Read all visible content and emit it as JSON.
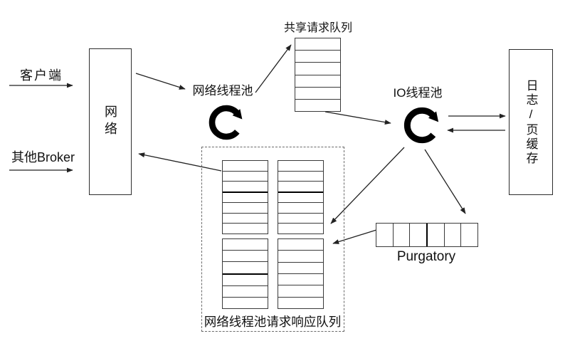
{
  "colors": {
    "background": "#ffffff",
    "line": "#222222",
    "bold_line": "#000000",
    "box_border": "#2d2d2d",
    "icon": "#000000"
  },
  "labels": {
    "client": "客户端",
    "other_broker": "其他Broker",
    "network": "网络",
    "network_thread_pool": "网络线程池",
    "shared_request_queue": "共享请求队列",
    "io_thread_pool": "IO线程池",
    "log_page_cache": "日志/页缓存",
    "purgatory": "Purgatory",
    "response_queues": "网络线程池请求响应队列"
  },
  "icons": {
    "network_pool": "loop-arrow-icon",
    "io_pool": "loop-arrow-icon"
  },
  "queues": {
    "shared": {
      "count": 6,
      "bold_row": 0
    },
    "resp_top_left": {
      "count": 7,
      "bold_row": 4
    },
    "resp_top_right": {
      "count": 7,
      "bold_row": 4
    },
    "resp_bottom_left": {
      "count": 6,
      "bold_row": 4
    },
    "resp_bottom_right": {
      "count": 6,
      "bold_row": 0
    },
    "purgatory": {
      "count": 6,
      "bold_row": 4
    }
  }
}
